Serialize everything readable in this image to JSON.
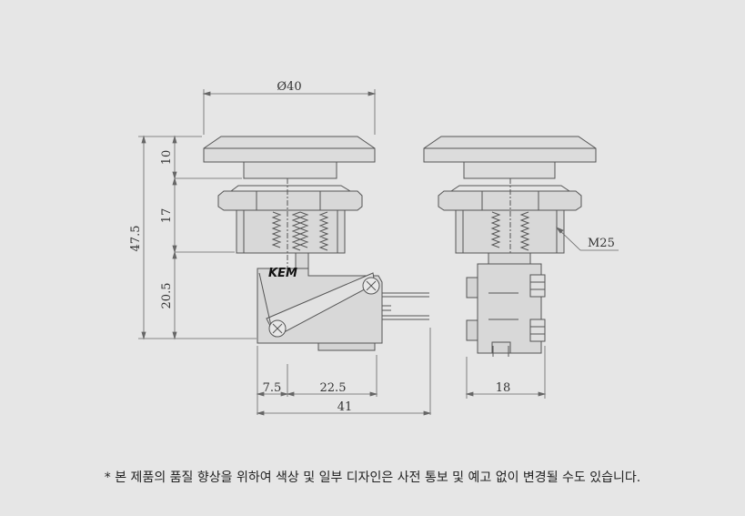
{
  "brand": "KEM",
  "dimensions": {
    "diameter": "Ø40",
    "cap_height": "10",
    "nut_height": "17",
    "total_height": "47.5",
    "switch_height": "20.5",
    "offset_left": "7.5",
    "offset_right": "22.5",
    "total_width": "41",
    "side_width": "18"
  },
  "thread_label": "M25",
  "footnote": "* 본 제품의 품질 향상을 위하여 색상 및 일부 디자인은 사전 통보 및 예고 없이 변경될 수도 있습니다."
}
